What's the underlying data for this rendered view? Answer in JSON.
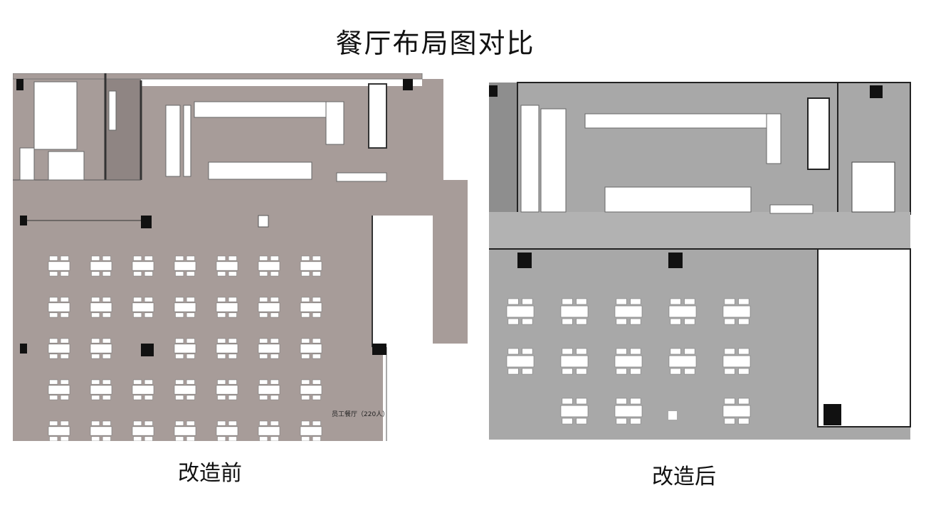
{
  "title": "餐厅布局图对比",
  "captions": {
    "before": "改造前",
    "after": "改造后"
  },
  "before_plan": {
    "dining_label": "员工餐厅（220人）"
  },
  "colors": {
    "before_floor": "#a79c99",
    "after_floor": "#a8a8a8",
    "wall": "#111111",
    "white": "#ffffff"
  }
}
